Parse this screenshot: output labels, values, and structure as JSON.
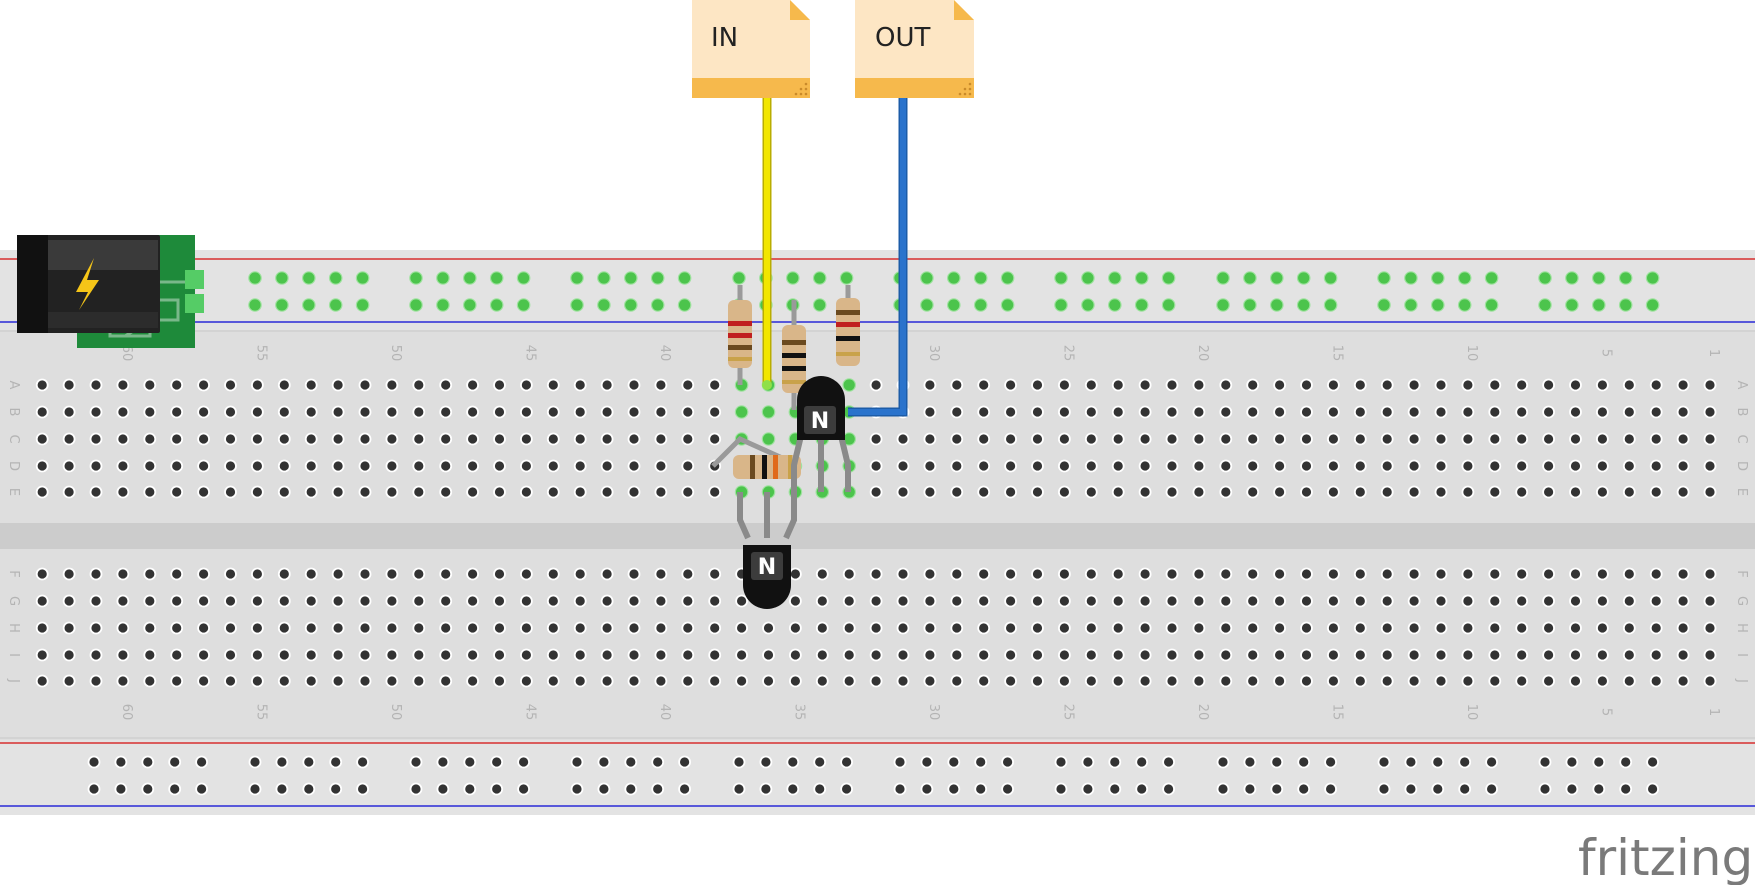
{
  "labels": {
    "net_in": "IN",
    "net_out": "OUT",
    "transistor_mark": "N",
    "brand": "fritzing"
  },
  "breadboard": {
    "rows_top": [
      "A",
      "B",
      "C",
      "D",
      "E"
    ],
    "rows_bottom": [
      "F",
      "G",
      "H",
      "I",
      "J"
    ],
    "column_numbers": [
      "60",
      "55",
      "50",
      "45",
      "40",
      "35",
      "30",
      "25",
      "20",
      "15",
      "10",
      "5",
      "1"
    ]
  },
  "colors": {
    "wire_in": "#f2e600",
    "wire_out": "#2a73cc",
    "rail_red": "#d83030",
    "rail_blue": "#2a2ad8",
    "connected_hole": "#4cc44c",
    "net_label_body": "#fde6c4",
    "net_label_band": "#f6b94c"
  }
}
